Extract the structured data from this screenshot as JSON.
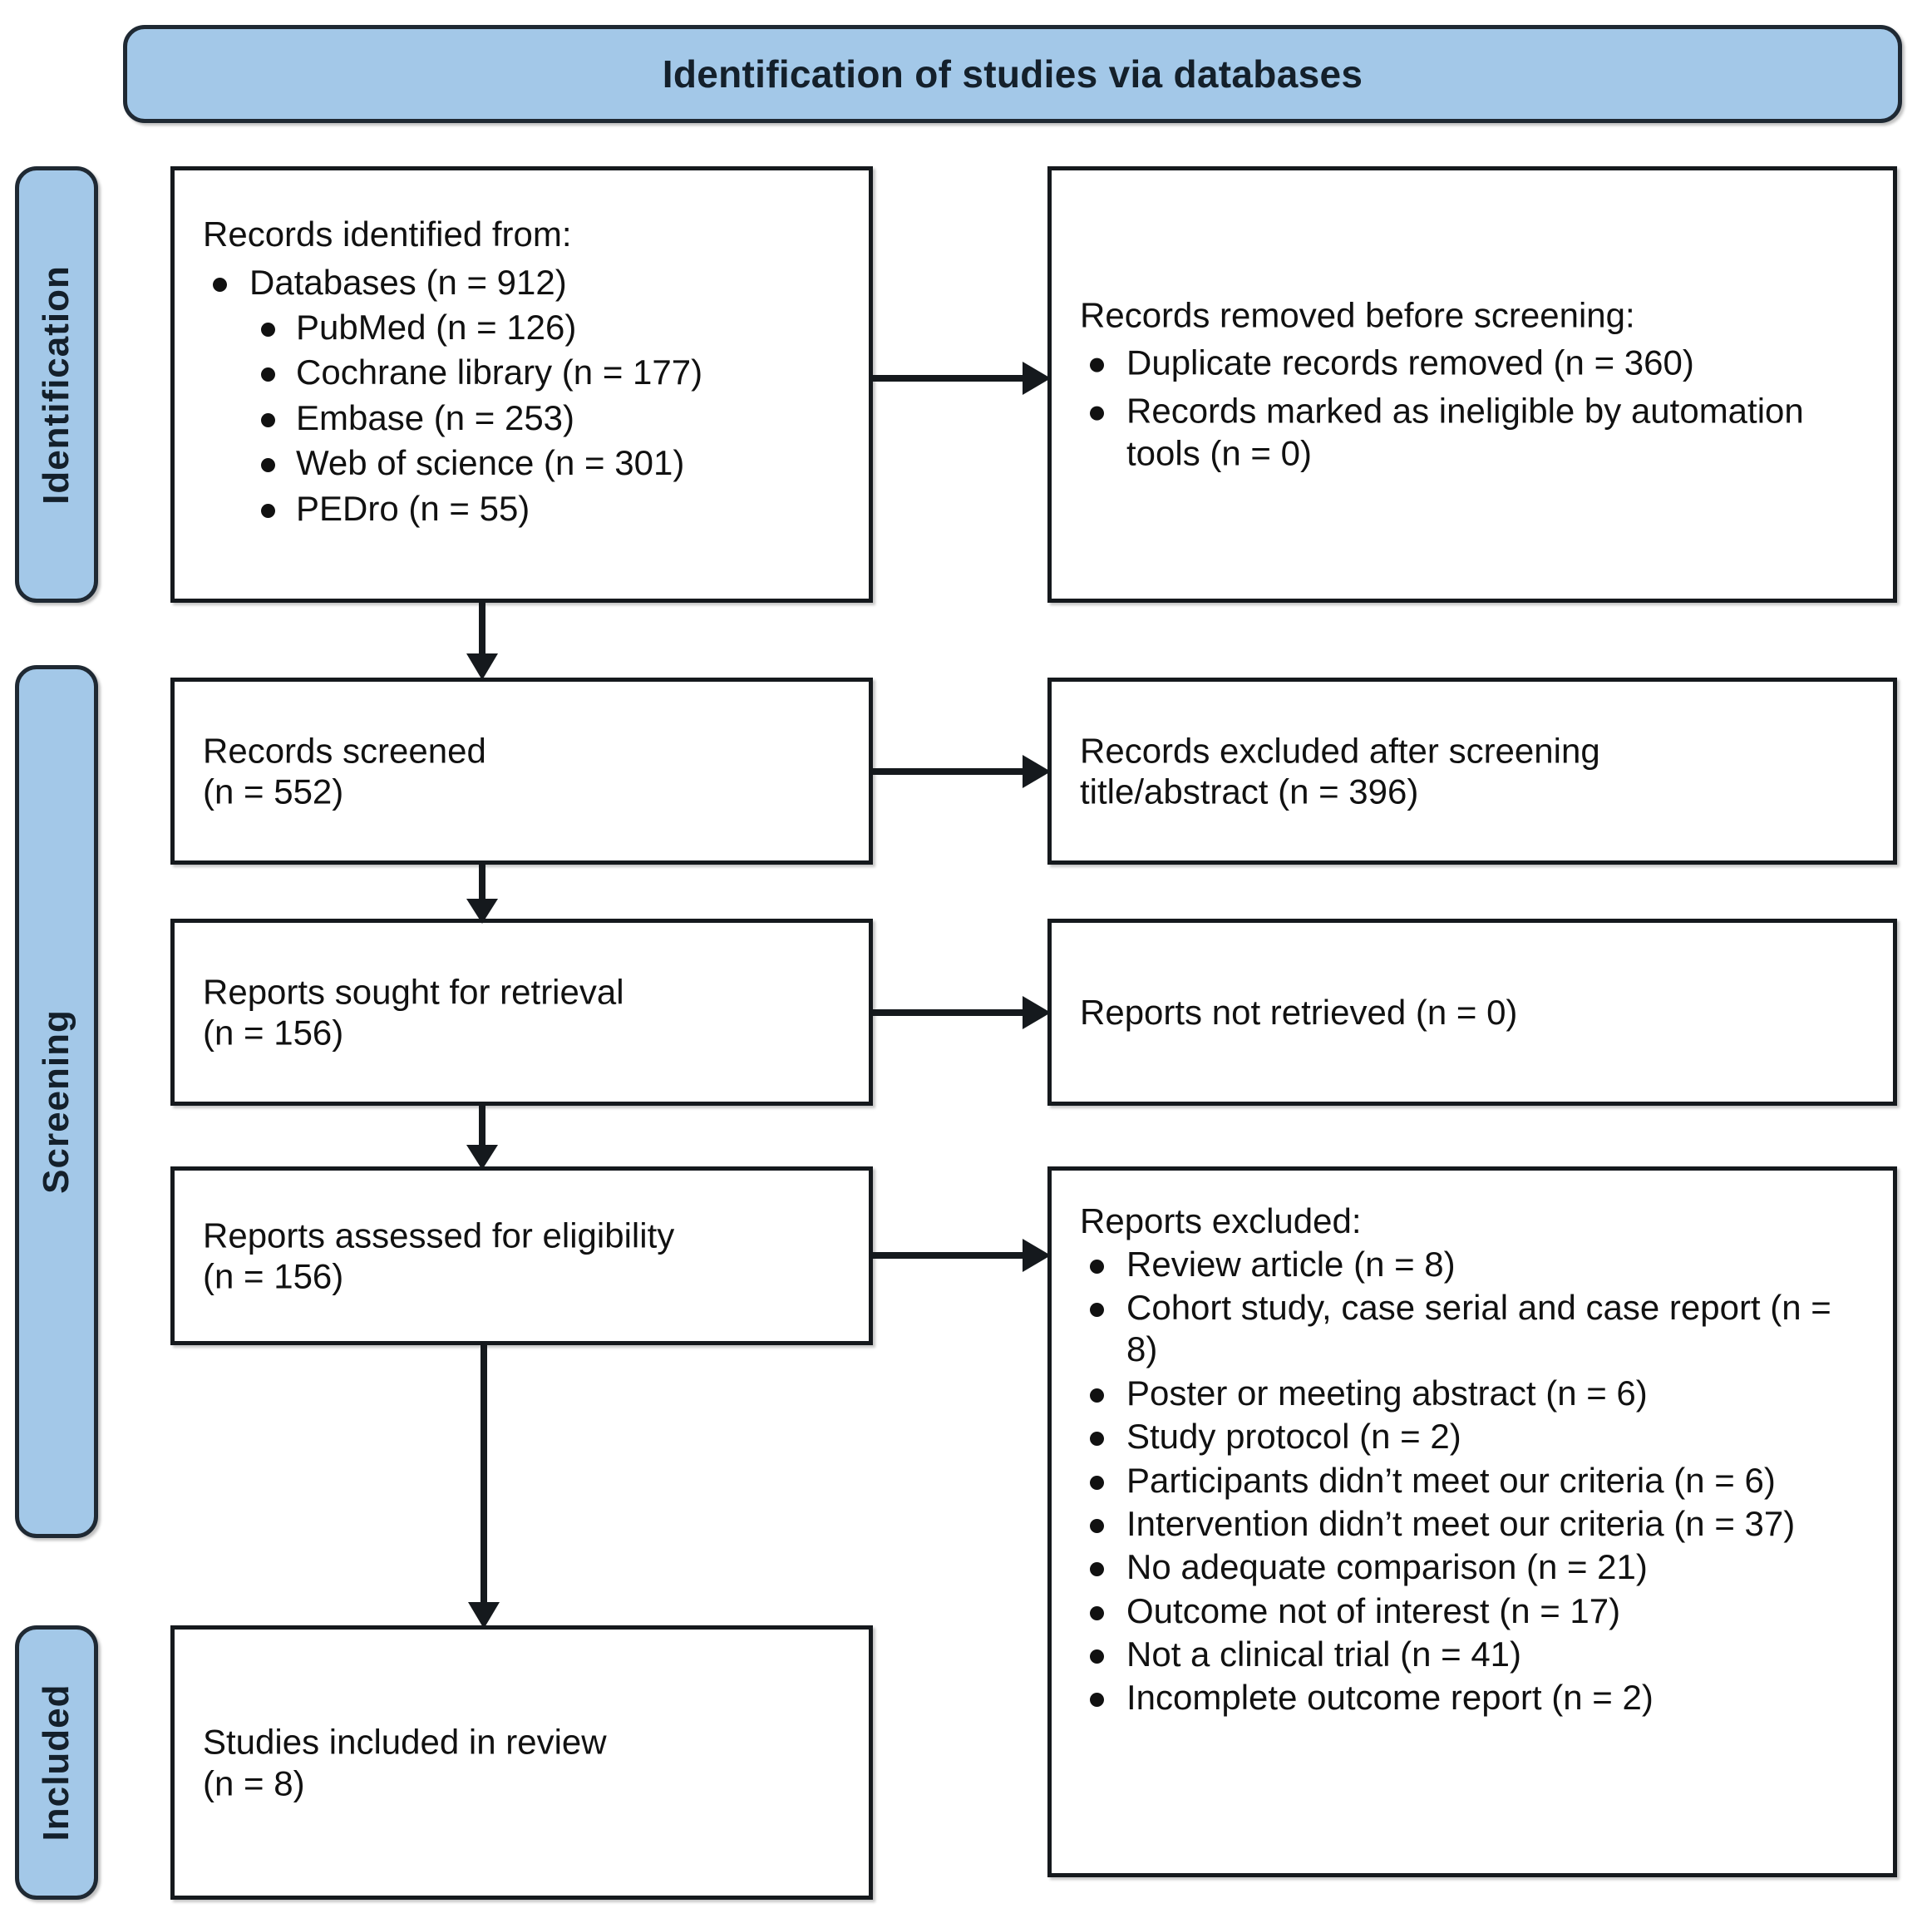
{
  "header": {
    "title": "Identification of studies via databases"
  },
  "stages": [
    {
      "id": "identification",
      "label": "Identification"
    },
    {
      "id": "screening",
      "label": "Screening"
    },
    {
      "id": "included",
      "label": "Included"
    }
  ],
  "boxes": {
    "records_identified": {
      "title": "Records identified from:",
      "bullets": [
        {
          "text": "Databases (n = 912)",
          "children": [
            "PubMed (n = 126)",
            "Cochrane library (n = 177)",
            "Embase (n = 253)",
            "Web of science (n = 301)",
            "PEDro (n = 55)"
          ]
        }
      ]
    },
    "records_removed": {
      "title": "Records removed before screening:",
      "bullets": [
        "Duplicate records removed (n = 360)",
        "Records marked as ineligible by automation tools (n = 0)"
      ]
    },
    "records_screened": {
      "title": "Records screened",
      "count": "(n = 552)"
    },
    "records_excluded": {
      "line1": "Records excluded after screening",
      "line2": "title/abstract (n = 396)"
    },
    "reports_sought": {
      "title": "Reports sought for retrieval",
      "count": "(n = 156)"
    },
    "reports_not_retrieved": {
      "title": "Reports not retrieved (n = 0)"
    },
    "reports_assessed": {
      "title": "Reports assessed for eligibility",
      "count": "(n = 156)"
    },
    "reports_excluded": {
      "title": "Reports excluded:",
      "bullets": [
        "Review article (n = 8)",
        "Cohort study, case serial and case report (n = 8)",
        "Poster or meeting abstract (n = 6)",
        "Study protocol (n = 2)",
        "Participants didn’t meet our criteria (n = 6)",
        "Intervention didn’t meet our criteria (n = 37)",
        "No adequate comparison (n = 21)",
        "Outcome not of interest (n = 17)",
        "Not a clinical trial (n = 41)",
        "Incomplete outcome report (n = 2)"
      ]
    },
    "studies_included": {
      "title": "Studies included in review",
      "count": "(n = 8)"
    }
  },
  "colors": {
    "stage_fill": "#a3c8e8",
    "stage_border": "#1f2933",
    "box_border": "#15191d",
    "text": "#111111",
    "background": "#ffffff"
  }
}
